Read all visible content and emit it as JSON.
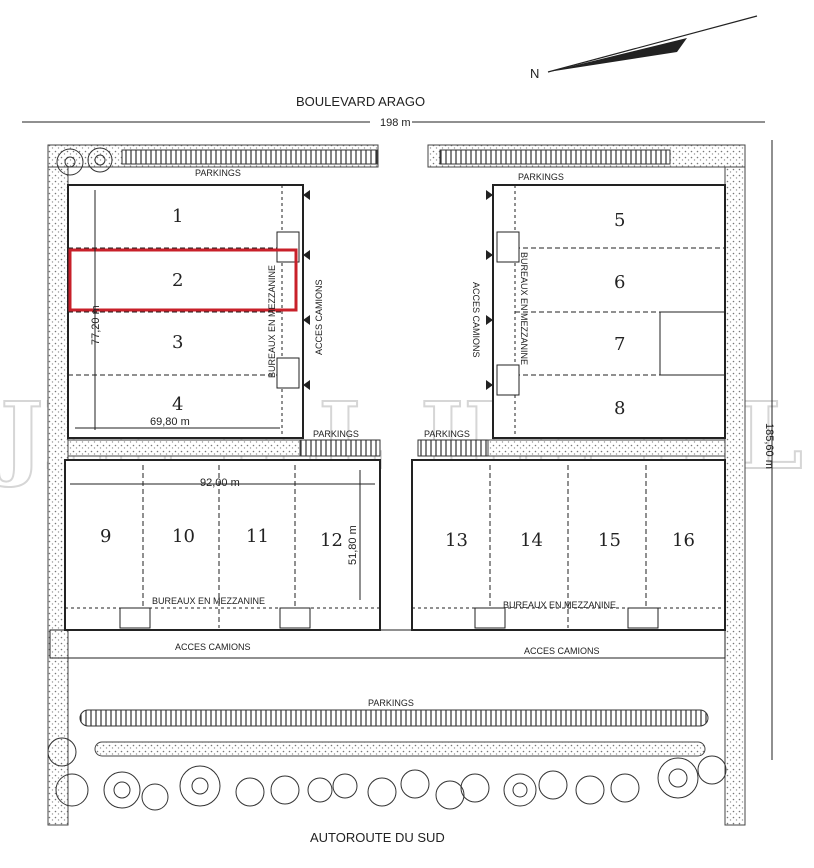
{
  "north_label": "N",
  "roads": {
    "top": "BOULEVARD ARAGO",
    "bottom": "AUTOROUTE DU SUD"
  },
  "dimensions": {
    "frontage": "198 m",
    "site_depth": "185,60 m",
    "block_a_width": "69,80 m",
    "block_a_depth": "77,20 m",
    "block_b_width": "92,00 m",
    "block_b_depth": "51,80 m"
  },
  "labels": {
    "parkings": "PARKINGS",
    "offices_mezzanine": "BUREAUX EN MEZZANINE",
    "truck_access": "ACCES CAMIONS"
  },
  "units": [
    "1",
    "2",
    "3",
    "4",
    "5",
    "6",
    "7",
    "8",
    "9",
    "10",
    "11",
    "12",
    "13",
    "14",
    "15",
    "16"
  ],
  "highlighted_unit": "2",
  "colors": {
    "highlight": "#c8202a",
    "ink": "#222222",
    "hatch": "#777777",
    "watermark": "#bbbbbb"
  },
  "watermark": "JLL"
}
